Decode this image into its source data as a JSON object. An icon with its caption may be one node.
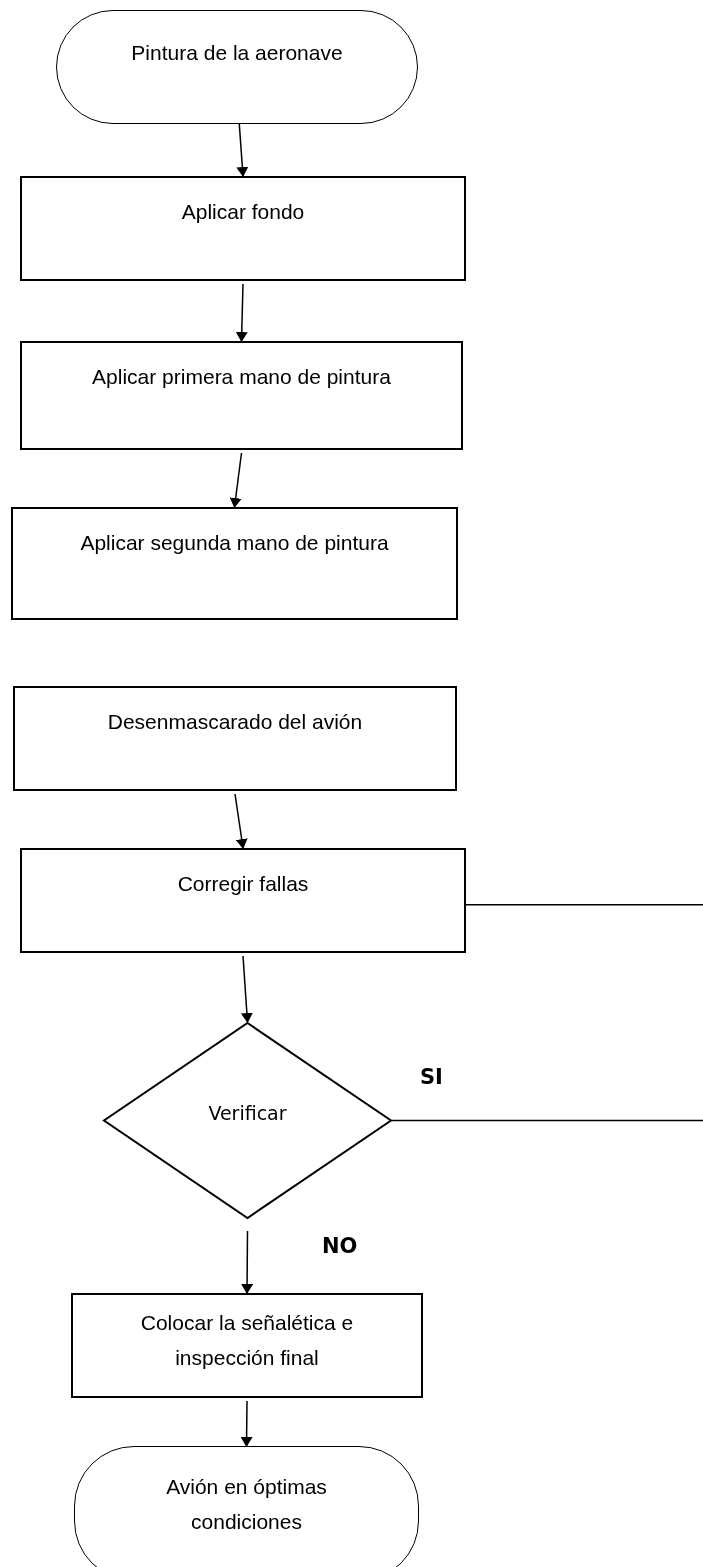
{
  "diagram": {
    "nodes": [
      {
        "text": [
          "Pintura de la aeronave"
        ]
      },
      {
        "text": [
          "Aplicar fondo"
        ]
      },
      {
        "text": [
          "Aplicar primera mano de pintura"
        ]
      },
      {
        "text": [
          "Aplicar segunda mano de pintura"
        ]
      },
      {
        "text": [
          "Desenmascarado del avión"
        ]
      },
      {
        "text": [
          "Corregir fallas"
        ]
      },
      {
        "text": [
          "Verificar"
        ]
      },
      {
        "text": [
          "Colocar la señalética e inspección final"
        ]
      },
      {
        "text": [
          "Avión en óptimas condiciones"
        ]
      }
    ],
    "edges": [
      {
        "from": 0,
        "to": 1,
        "arrow": "to"
      },
      {
        "from": 1,
        "to": 2,
        "arrow": "to"
      },
      {
        "from": 2,
        "to": 3,
        "arrow": "to"
      },
      {
        "from": 4,
        "to": 5,
        "arrow": "to"
      },
      {
        "from": 5,
        "to": null,
        "arrow": "none"
      },
      {
        "from": 5,
        "to": 6,
        "arrow": "to"
      },
      {
        "from": 6,
        "to": null,
        "arrow": "none",
        "label": "SI"
      },
      {
        "from": 6,
        "to": 7,
        "arrow": "to",
        "label": "NO"
      },
      {
        "from": 7,
        "to": 8,
        "arrow": "to"
      }
    ]
  }
}
